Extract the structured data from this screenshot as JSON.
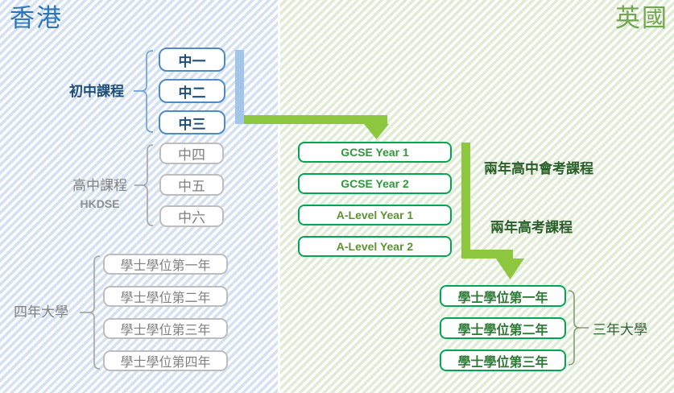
{
  "hk": {
    "title": "香港",
    "junior": {
      "label": "初中課程",
      "boxes": [
        "中一",
        "中二",
        "中三"
      ]
    },
    "senior": {
      "label": "高中課程",
      "sublabel": "HKDSE",
      "boxes": [
        "中四",
        "中五",
        "中六"
      ]
    },
    "university": {
      "label": "四年大學",
      "boxes": [
        "學士學位第一年",
        "學士學位第二年",
        "學士學位第三年",
        "學士學位第四年"
      ]
    }
  },
  "uk": {
    "title": "英國",
    "gcse_label": "兩年高中會考課程",
    "alevel_label": "兩年高考課程",
    "secondary_boxes": [
      "GCSE Year 1",
      "GCSE Year 2",
      "A-Level Year 1",
      "A-Level Year 2"
    ],
    "university": {
      "label": "三年大學",
      "boxes": [
        "學士學位第一年",
        "學士學位第二年",
        "學士學位第三年"
      ]
    }
  },
  "colors": {
    "hk_accent": "#2E75B6",
    "uk_accent": "#72A64F",
    "arrow_green": "#8DC63F",
    "highlight_bar_blue": "#A3C6E8",
    "hk_box_border": "#4E8AC8",
    "hk_gray_border": "#BDBDBD",
    "uk_box_border": "#00A651"
  }
}
